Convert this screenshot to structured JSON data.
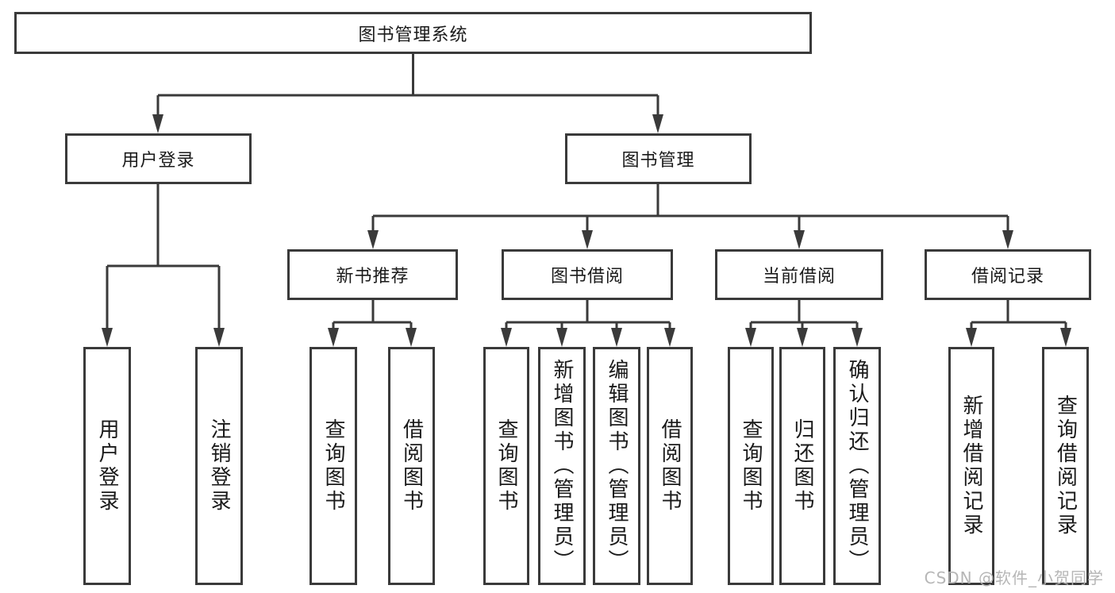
{
  "diagram_title": "图书管理系统",
  "nodes": {
    "root": "图书管理系统",
    "level2": {
      "user_login": "用户登录",
      "book_mgmt": "图书管理"
    },
    "level3": {
      "new_book": "新书推荐",
      "book_borrow": "图书借阅",
      "current_borrow": "当前借阅",
      "borrow_record": "借阅记录"
    },
    "leaves": {
      "ul_login": "用户登录",
      "ul_logout": "注销登录",
      "nb_query": "查询图书",
      "nb_borrow": "借阅图书",
      "bb_query": "查询图书",
      "bb_add": "新增图书（管理员）",
      "bb_edit": "编辑图书（管理员）",
      "bb_borrow": "借阅图书",
      "cb_query": "查询图书",
      "cb_return": "归还图书",
      "cb_confirm": "确认归还（管理员）",
      "br_add": "新增借阅记录",
      "br_query": "查询借阅记录"
    }
  },
  "watermark": "CSDN @软件_小贺同学",
  "colors": {
    "line": "#3a3a3a",
    "text": "#1a1a1a",
    "watermark": "#b3b3b3",
    "background": "#ffffff"
  }
}
